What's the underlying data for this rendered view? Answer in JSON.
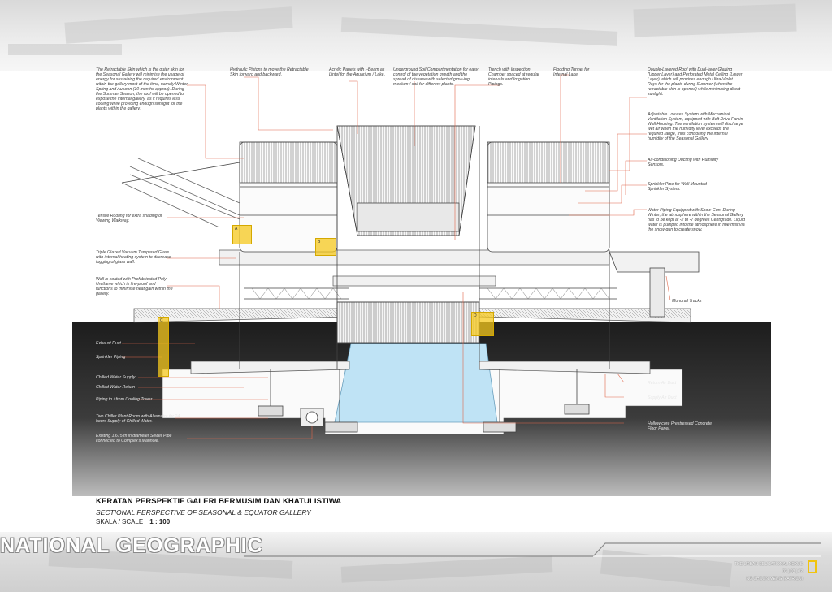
{
  "notes_top": [
    "The Retractable Skin which is the outer skin for the Seasonal Gallery will minimise the usage of energy for sustaining the required environment within the gallery most of the time, namely Winter, Spring and Autumn (10 months approx). During the Summer Season, the roof will be opened to expose the internal gallery, as it requires less cooling while providing enough sunlight for the plants within the gallery.",
    "Hydraulic Pistons to move the Retractable Skin forward and backward.",
    "Acrylic Panels with I-Beam as Lintel for the Aquarium / Lake.",
    "Underground Soil Compartmentation for easy control of the vegetation growth and the spread of disease with selected grow-ing medium / soil for different plants.",
    "Trench with Inspection Chamber spaced at regular intervals and Irrigation Pipings.",
    "Flooding Tunnel for Internal Lake",
    "Double-Layered Roof with Dual-layer Glazing (Upper Layer) and Perforated Metal Ceiling (Lower Layer) which will provides enough Ultra-Violet Rays for the plants during Summer (when the retractable skin is opened) while minimising direct sunlight."
  ],
  "notes_right": [
    "Adjustable Louvres System with Mechanical Ventilation System, equipped with Belt Drive Fan in Wall Housing. The ventilation system will discharge wet air when the humidity level exceeds the required range, thus controlling the internal humidity of the Seasonal Gallery.",
    "Air-conditioning Ducting with Humidity Sensors.",
    "Sprinkler Pipe for Wall Mounted Sprinkler System.",
    "Water Piping Equipped with Snow-Gun. During Winter, the atmosphere within the Seasonal Gallery has to be kept at -2 to -7 degrees Centigrade. Liquid water is pumped into the atmosphere in fine mist via the snow-gun to create snow.",
    "Monorail Tracks",
    "Return Air Duct",
    "Supply Air Duct",
    "Hollow-core Prestressed Concrete Floor Panel."
  ],
  "notes_left": [
    "Tensile Roofing for extra shading of Viewing Walkway.",
    "Triple Glazed Vacuum Tempered Glass with internal heating system to decrease fogging of glass wall.",
    "Wall is coated with Prefabricated Poly Urethene which is fire-proof and functions to minimise heat gain within the gallery.",
    "Exhaust Duct",
    "Sprinkler Piping",
    "Chilled Water Supply",
    "Chilled Water Return",
    "Piping to / from Cooling Tower",
    "Two Chiller Plant Room with Alternator for 24 hours Supply of Chilled Water.",
    "Existing 1.675 m in diameter Sewer Pipe connected to Complex's Manhole."
  ],
  "markers": [
    "A",
    "B",
    "C",
    "D"
  ],
  "title": {
    "main": "KERATAN PERSPEKTIF GALERI BERMUSIM DAN KHATULISTIWA",
    "sub": "SECTIONAL PERSPECTIVE OF SEASONAL & EQUATOR GALLERY",
    "scale_label": "SKALA / SCALE",
    "scale_value": "1 : 100"
  },
  "brand": "NATIONAL GEOGRAPHIC",
  "credits": [
    "THE URBAN EDUCATIONAL NEXUS",
    "03 | 03 | 02",
    "NG CHOON MENG (PATRICK)"
  ],
  "colors": {
    "leader": "#e0664a",
    "marker": "#f5c81e",
    "ground": "#2a2a2a",
    "water": "#bfe3f5",
    "logo": "#f1c40f"
  }
}
